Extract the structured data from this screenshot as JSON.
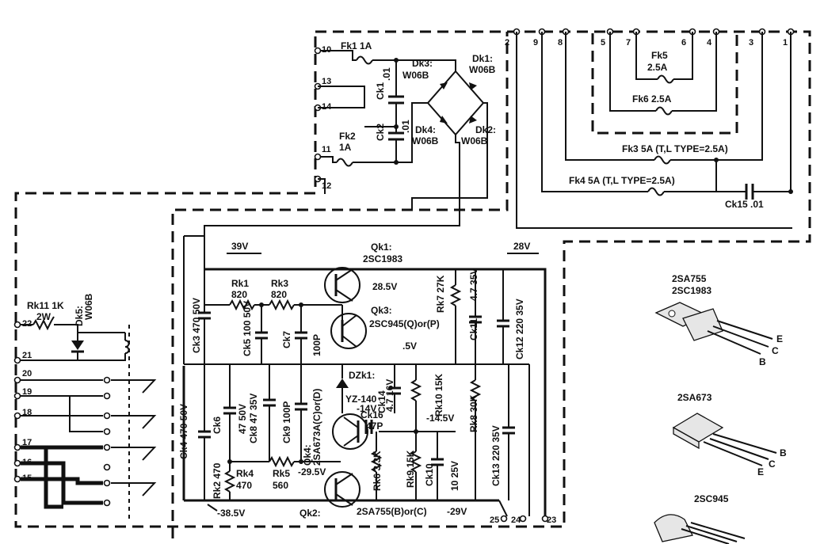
{
  "terminals": [
    "1",
    "2",
    "3",
    "4",
    "5",
    "6",
    "7",
    "8",
    "9",
    "10",
    "11",
    "12",
    "13",
    "14",
    "15",
    "16",
    "17",
    "18",
    "19",
    "20",
    "21",
    "22",
    "23",
    "24",
    "25"
  ],
  "fuses": {
    "fk1": "Fk1 1A",
    "fk2_name": "Fk2",
    "fk2_value": "1A",
    "fk5_name": "Fk5",
    "fk5_value": "2.5A",
    "fk6": "Fk6 2.5A",
    "fk3": "Fk3 5A (T,L TYPE=2.5A)",
    "fk4": "Fk4 5A (T,L TYPE=2.5A)"
  },
  "diodes": {
    "dk1": [
      "Dk1:",
      "W06B"
    ],
    "dk2": [
      "Dk2:",
      "W06B"
    ],
    "dk3": [
      "Dk3:",
      "W06B"
    ],
    "dk4": [
      "Dk4:",
      "W06B"
    ],
    "dk5": [
      "Dk5:",
      "W06B"
    ],
    "dzk1": "DZk1:",
    "dzk1_type": "YZ-140"
  },
  "capacitors": {
    "ck1": "Ck1",
    "ck1_value": ".01",
    "ck2": "Ck2",
    "ck2_value": ".01",
    "ck15": "Ck15 .01",
    "ck3": "Ck3 470 50V",
    "ck4": "Ck4 470 50V",
    "ck5": "Ck5 100 50V",
    "ck6": "Ck6",
    "ck6_value": "47 50V",
    "ck7": "Ck7",
    "ck7_value": "100P",
    "ck8": "Ck8 47 35V",
    "ck9": "Ck9 100P",
    "ck10": "Ck10",
    "ck10_value": "10 25V",
    "ck11": "Ck11",
    "ck11_value": "4.7 35V",
    "ck12": "Ck12 220 35V",
    "ck13": "Ck13 220 35V",
    "ck14": "Ck14",
    "ck14_value": "4.7 16V",
    "ck16": "Ck16",
    "ck16_value": "47P"
  },
  "resistors": {
    "rk1": [
      "Rk1",
      "820"
    ],
    "rk3": [
      "Rk3",
      "820"
    ],
    "rk2": "Rk2 470",
    "rk4": [
      "Rk4",
      "470"
    ],
    "rk5": [
      "Rk5",
      "560"
    ],
    "rk6": "Rk6 3.3K",
    "rk7": "Rk7 27K",
    "rk8": "Rk8 30K",
    "rk9": "Rk9 15K",
    "rk10": "Rk10 15K",
    "rk11": "Rk11 1K",
    "rk11_watt": "2W"
  },
  "transistors": {
    "qk1": [
      "Qk1:",
      "2SC1983"
    ],
    "qk2": "Qk2:",
    "qk2_type": "2SA755(B)or(C)",
    "qk3": [
      "Qk3:",
      "2SC945(Q)or(P)"
    ],
    "qk4": "Qk4:",
    "qk4_type": "2SA673A(C)or(D)"
  },
  "voltages": {
    "v39": "39V",
    "v28": "28V",
    "v28_5": "28.5V",
    "v_5": ".5V",
    "vm14": "-14V",
    "vm14_5": "-14.5V",
    "vm29_5": "-29.5V",
    "vm29": "-29V",
    "vm38_5": "-38.5V"
  },
  "packages": {
    "pkg1_line1": "2SA755",
    "pkg1_line2": "2SC1983",
    "pkg2": "2SA673",
    "pkg3": "2SC945",
    "pin_e": "E",
    "pin_c": "C",
    "pin_b": "B"
  }
}
